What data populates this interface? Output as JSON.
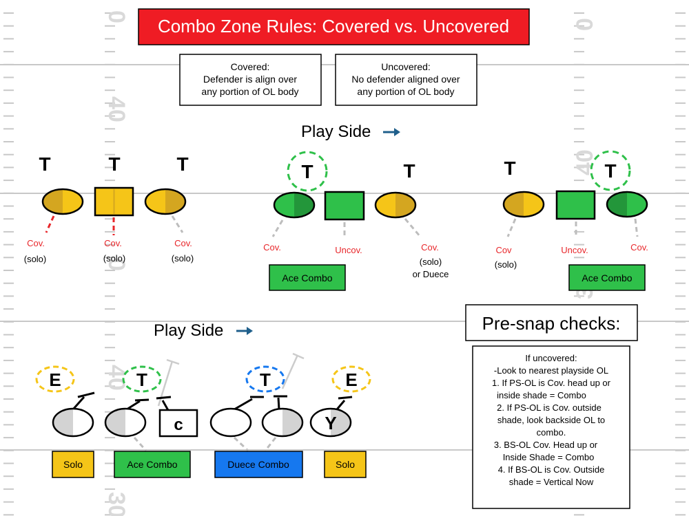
{
  "title": "Combo Zone Rules: Covered vs. Uncovered",
  "definitions": {
    "covered": [
      "Covered:",
      "Defender is align over",
      "any portion of OL body"
    ],
    "uncovered": [
      "Uncovered:",
      "No defender aligned over",
      "any portion of OL body"
    ]
  },
  "play_side_label": "Play Side",
  "field_numbers": [
    "0",
    "40",
    "0",
    "30",
    "40",
    "0",
    "40",
    "30"
  ],
  "defender_letters": {
    "tackle": "T",
    "end": "E",
    "center": "c",
    "tight_end": "Y"
  },
  "labels": {
    "cov": "Cov.",
    "cov_nodot": "Cov",
    "solo": "(solo)",
    "uncov": "Uncov.",
    "or_duece": "or Duece"
  },
  "combo_boxes": {
    "ace": "Ace Combo",
    "duece": "Duece Combo",
    "solo": "Solo"
  },
  "pre_snap": {
    "title": "Pre-snap checks:",
    "lines": [
      "If uncovered:",
      "-Look to nearest playside OL",
      "1. If PS-OL is Cov. head up or",
      "inside shade = Combo",
      "2. If PS-OL is Cov. outside",
      "shade, look backside OL to",
      "combo.",
      "3. BS-OL Cov. Head up or",
      "Inside Shade = Combo",
      "4. If BS-OL is Cov. Outside",
      "shade = Vertical Now"
    ]
  },
  "colors": {
    "title_bg": "#ef1c24",
    "yellow": "#f5c518",
    "yellow_dark": "#d4a620",
    "green": "#2fc04a",
    "green_dark": "#23963a",
    "blue": "#1678ef",
    "red": "#e8262a",
    "gray_fill": "#d3d3d3",
    "field_line": "#c8c8c8"
  }
}
